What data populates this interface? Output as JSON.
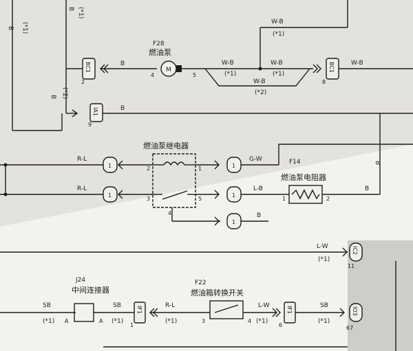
{
  "components": {
    "fuel_pump": {
      "code": "F28",
      "name": "燃油泵",
      "symbol": "M"
    },
    "relay": {
      "name": "燃油泵继电器"
    },
    "resistor": {
      "code": "F14",
      "name": "燃油泵电阻器"
    },
    "junction": {
      "code": "J24",
      "name": "中间连接器"
    },
    "switch": {
      "code": "F22",
      "name": "燃油箱转换开关"
    }
  },
  "connectors": {
    "bc1_left": "BC1",
    "bc1_right": "BC1",
    "ia1": "IA1",
    "if1_left": "IF1",
    "if1_right": "IF1",
    "ic2": "IC2",
    "io3": "IO3"
  },
  "wires": {
    "b": "B",
    "wb": "W-B",
    "rl": "R-L",
    "gw": "G-W",
    "lb": "L-B",
    "lw": "L-W",
    "sb": "SB"
  },
  "notes": {
    "n1": "(*1)",
    "n2": "(*2)"
  },
  "pins": {
    "p1": "1",
    "p2": "2",
    "p3": "3",
    "p4": "4",
    "p5": "5",
    "p6": "6",
    "p8": "8",
    "p9": "9",
    "p11": "11",
    "p67": "67",
    "a": "A"
  }
}
